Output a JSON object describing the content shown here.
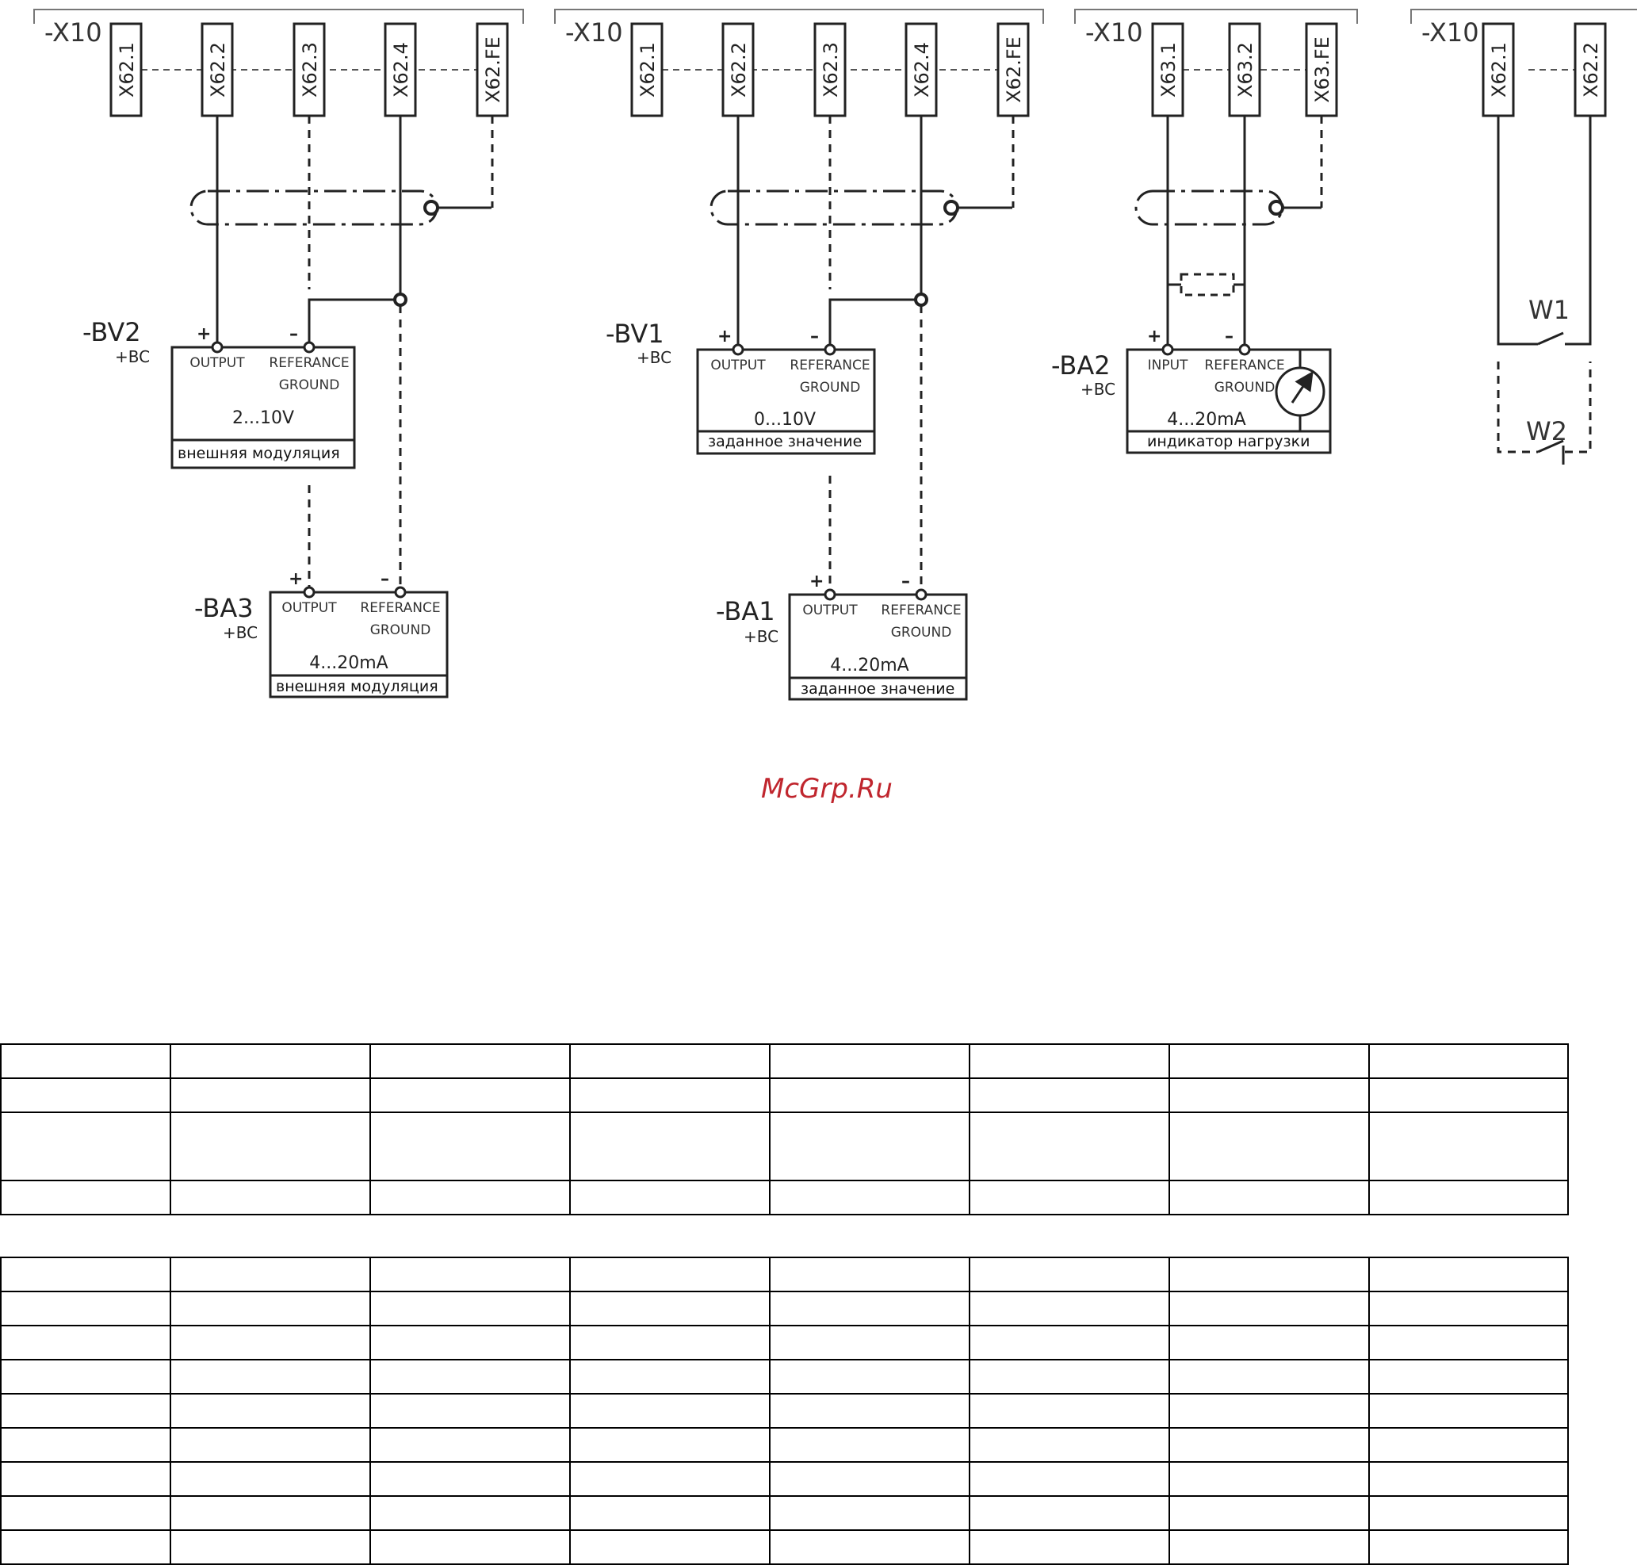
{
  "diagram": {
    "groups": [
      {
        "header": "-X10",
        "terminals": [
          "X62.1",
          "X62.2",
          "X62.3",
          "X62.4",
          "X62.FE"
        ],
        "devices": [
          {
            "tag": "-BV2",
            "location": "+BC",
            "pin_left": "OUTPUT",
            "pin_right_1": "REFERANCE",
            "pin_right_2": "GROUND",
            "sign_plus": "+",
            "sign_minus": "–",
            "range": "2...10V",
            "caption": "внешняя модуляция"
          },
          {
            "tag": "-BA3",
            "location": "+BC",
            "pin_left": "OUTPUT",
            "pin_right_1": "REFERANCE",
            "pin_right_2": "GROUND",
            "sign_plus": "+",
            "sign_minus": "–",
            "range": "4...20mA",
            "caption": "внешняя модуляция"
          }
        ]
      },
      {
        "header": "-X10",
        "terminals": [
          "X62.1",
          "X62.2",
          "X62.3",
          "X62.4",
          "X62.FE"
        ],
        "devices": [
          {
            "tag": "-BV1",
            "location": "+BC",
            "pin_left": "OUTPUT",
            "pin_right_1": "REFERANCE",
            "pin_right_2": "GROUND",
            "sign_plus": "+",
            "sign_minus": "–",
            "range": "0...10V",
            "caption": "заданное значение"
          },
          {
            "tag": "-BA1",
            "location": "+BC",
            "pin_left": "OUTPUT",
            "pin_right_1": "REFERANCE",
            "pin_right_2": "GROUND",
            "sign_plus": "+",
            "sign_minus": "–",
            "range": "4...20mA",
            "caption": "заданное значение"
          }
        ]
      },
      {
        "header": "-X10",
        "terminals": [
          "X63.1",
          "X63.2",
          "X63.FE"
        ],
        "devices": [
          {
            "tag": "-BA2",
            "location": "+BC",
            "pin_left": "INPUT",
            "pin_right_1": "REFERANCE",
            "pin_right_2": "GROUND",
            "sign_plus": "+",
            "sign_minus": "–",
            "range": "4...20mA",
            "caption": "индикатор нагрузки"
          }
        ]
      },
      {
        "header": "-X10",
        "terminals": [
          "X62.1",
          "X62.2"
        ],
        "switches": [
          "W1",
          "W2"
        ]
      }
    ],
    "watermark": {
      "text": "McGrp.Ru",
      "color": "#c0262e"
    }
  },
  "tables": [
    {
      "columns": 8,
      "rows": 4
    },
    {
      "columns": 8,
      "rows": 9
    }
  ]
}
